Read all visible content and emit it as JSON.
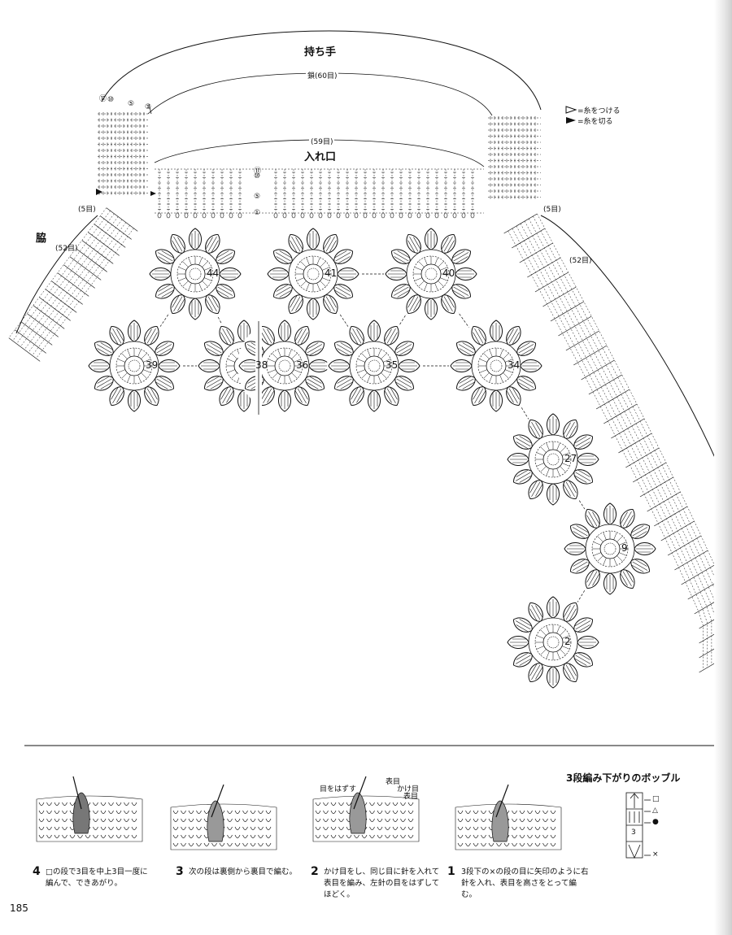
{
  "diagram": {
    "handle_title": "持ち手",
    "handle_chain": "鎖(60目)",
    "opening_count": "(59目)",
    "opening_title": "入れ口",
    "side_label": "脇",
    "left_5": "(5目)",
    "right_5": "(5目)",
    "left_52": "(52目)",
    "right_52": "(52目)",
    "row_marks": [
      "⑪",
      "⑩",
      "⑤",
      "①"
    ],
    "handle_marks": [
      "⑪",
      "⑩",
      "⑤",
      "①"
    ],
    "legend": {
      "attach": "=糸をつける",
      "cut": "=糸を切る"
    },
    "motifs": [
      {
        "num": "44"
      },
      {
        "num": "41"
      },
      {
        "num": "40"
      },
      {
        "num": "39"
      },
      {
        "num": "38"
      },
      {
        "num": "36"
      },
      {
        "num": "35"
      },
      {
        "num": "34"
      },
      {
        "num": "27"
      },
      {
        "num": "9"
      },
      {
        "num": "2"
      }
    ]
  },
  "technique": {
    "title": "3段編み下がりのボッブル",
    "steps": [
      {
        "num": "4",
        "text": "□の段で3目を中上3目一度に編んで、できあがり。"
      },
      {
        "num": "3",
        "text": "次の段は裏側から裏目で編む。"
      },
      {
        "num": "2",
        "text": "かけ目をし、同じ目に針を入れて表目を編み、左針の目をはずしてほどく。"
      },
      {
        "num": "1",
        "text": "3段下の×の段の目に矢印のように右針を入れ、表目を高さをとって編む。"
      }
    ],
    "step2_labels": {
      "remove": "目をはずす",
      "knit": "表目",
      "yo": "かけ目",
      "knit2": "表目"
    },
    "symbol_marks": [
      "□",
      "△",
      "●",
      "3",
      "×"
    ]
  },
  "page_number": "185",
  "colors": {
    "ink": "#111111",
    "accent_gray": "#777777"
  }
}
